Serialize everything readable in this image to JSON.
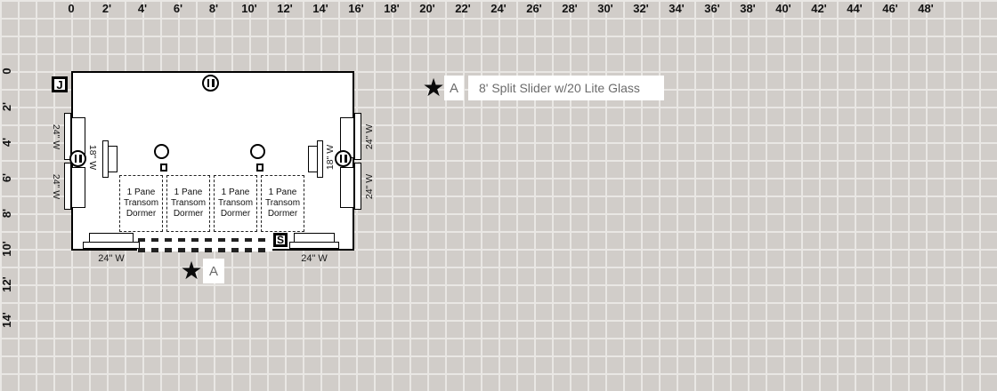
{
  "rulers": {
    "top_labels": [
      "0",
      "2'",
      "4'",
      "6'",
      "8'",
      "10'",
      "12'",
      "14'",
      "16'",
      "18'",
      "20'",
      "22'",
      "24'",
      "26'",
      "28'",
      "30'",
      "32'",
      "34'",
      "36'",
      "38'",
      "40'",
      "42'",
      "44'",
      "46'",
      "48'"
    ],
    "left_labels": [
      "0",
      "2'",
      "4'",
      "6'",
      "8'",
      "10'",
      "12'",
      "14'"
    ]
  },
  "plan": {
    "junction_box_label": "J",
    "switch_box_label": "S",
    "window_24_label": "24\" W",
    "window_18_label": "18\" W",
    "dormer": {
      "line1": "1 Pane",
      "line2": "Transom",
      "line3": "Dormer"
    },
    "marker": {
      "icon": "★",
      "label": "A"
    }
  },
  "legend": {
    "star_icon": "★",
    "key": "A",
    "description": "8' Split Slider w/20 Lite Glass"
  },
  "colors": {
    "grid_bg": "#d1cdc9",
    "grid_line": "#e9e7e4",
    "ink": "#111111",
    "muted_text": "#6b6b6b"
  }
}
